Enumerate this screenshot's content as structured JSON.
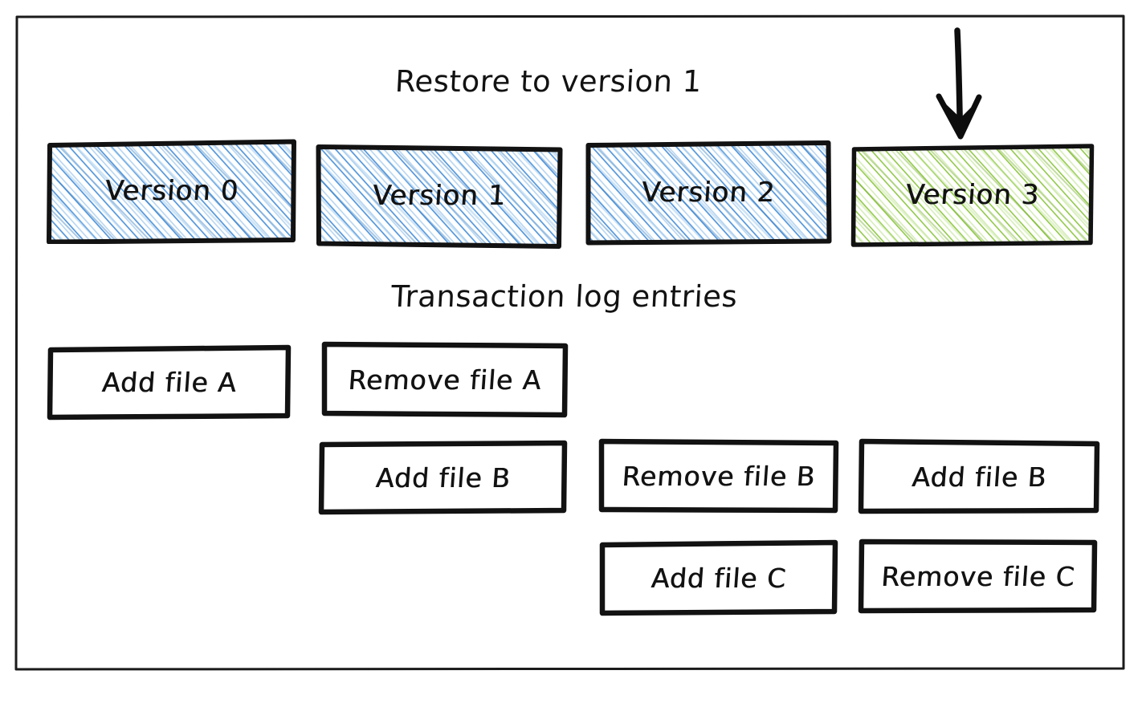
{
  "diagram": {
    "frame_label": "diagram-frame",
    "background": "#ffffff",
    "ink_color": "#121212"
  },
  "headings": {
    "versions_title": "Restore to version 1",
    "log_title": "Transaction log entries"
  },
  "annotation": {
    "arrow_icon": "down-arrow-icon",
    "arrow_points_to": "Version 3"
  },
  "colors": {
    "hatch_blue": "#4a90d9",
    "hatch_green": "#8cc63f",
    "ink": "#121212",
    "paper": "#ffffff"
  },
  "versions": [
    {
      "label": "Version 0",
      "hatch": "blue",
      "state": "normal"
    },
    {
      "label": "Version 1",
      "hatch": "blue",
      "state": "normal"
    },
    {
      "label": "Version 2",
      "hatch": "blue",
      "state": "normal"
    },
    {
      "label": "Version 3",
      "hatch": "green",
      "state": "current"
    }
  ],
  "log_entries": {
    "columns": [
      {
        "version": "Version 0",
        "entries": [
          "Add file A"
        ]
      },
      {
        "version": "Version 1",
        "entries": [
          "Remove file A",
          "Add file B"
        ]
      },
      {
        "version": "Version 2",
        "entries": [
          "Remove file B",
          "Add file C"
        ]
      },
      {
        "version": "Version 3",
        "entries": [
          "Add file B",
          "Remove file C"
        ]
      }
    ],
    "rows": [
      [
        "Add file A",
        "Remove file A",
        "",
        ""
      ],
      [
        "",
        "Add file B",
        "Remove file B",
        "Add file B"
      ],
      [
        "",
        "",
        "Add file C",
        "Remove file C"
      ]
    ]
  },
  "cells": {
    "c0r0": "Add file A",
    "c1r0": "Remove file A",
    "c1r1": "Add file B",
    "c2r1": "Remove file B",
    "c2r2": "Add file C",
    "c3r1": "Add file B",
    "c3r2": "Remove file C"
  }
}
